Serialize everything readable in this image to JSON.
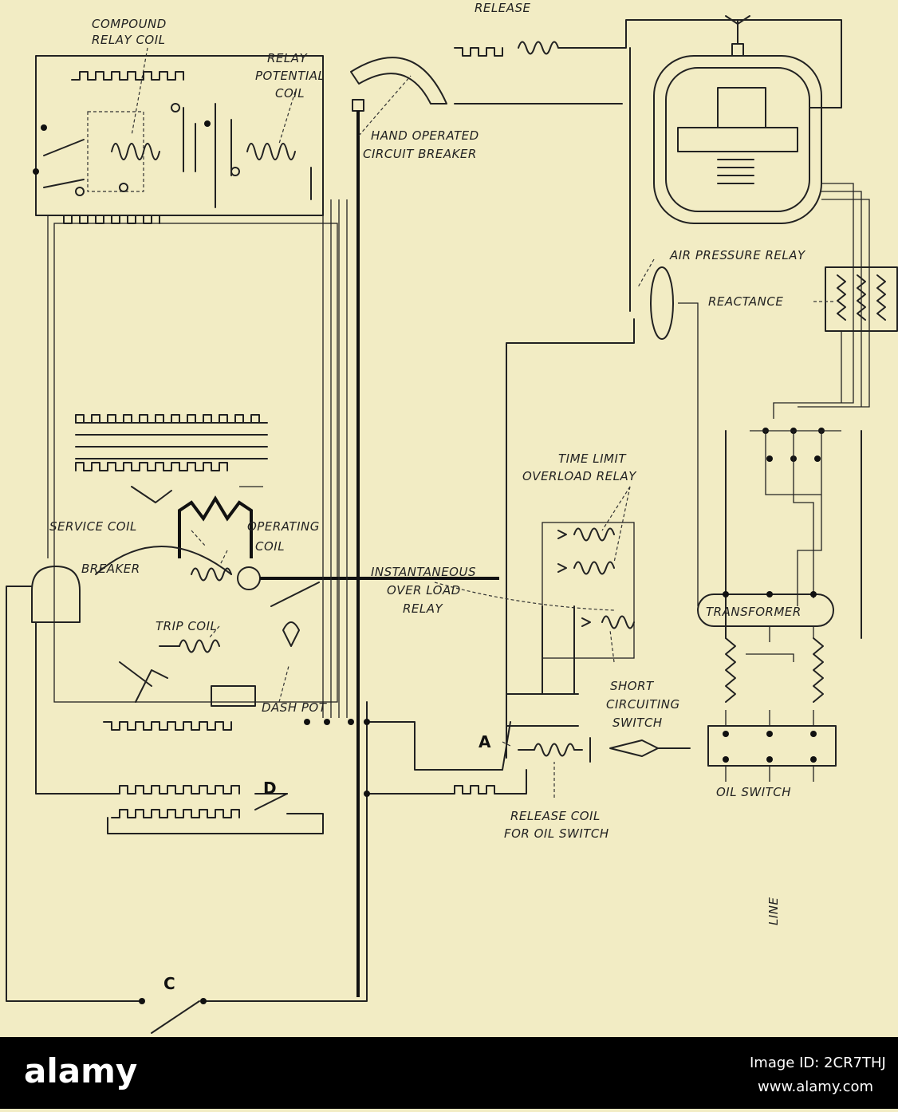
{
  "diagram": {
    "labels": {
      "release": "RELEASE",
      "compound_1": "COMPOUND",
      "compound_2": "RELAY COIL",
      "relay_1": "RELAY",
      "relay_2": "POTENTIAL",
      "relay_3": "COIL",
      "hand_1": "HAND OPERATED",
      "hand_2": "CIRCUIT BREAKER",
      "air": "AIR PRESSURE RELAY",
      "reactance": "REACTANCE",
      "time_1": "TIME LIMIT",
      "time_2": "OVERLOAD RELAY",
      "service": "SERVICE COIL",
      "operating_1": "OPERATING",
      "operating_2": "COIL",
      "breaker": "BREAKER",
      "inst_1": "INSTANTANEOUS",
      "inst_2": "OVER LOAD",
      "inst_3": "RELAY",
      "transformer": "TRANSFORMER",
      "trip": "TRIP COIL",
      "short_1": "SHORT",
      "short_2": "CIRCUITING",
      "short_3": "SWITCH",
      "dash": "DASH POT",
      "a": "A",
      "d": "D",
      "release_coil_1": "RELEASE COIL",
      "release_coil_2": "FOR OIL SWITCH",
      "oil": "OIL SWITCH",
      "line": "LINE",
      "c": "C"
    }
  },
  "footer": {
    "logo": "alamy",
    "image_id": "Image ID: 2CR7THJ",
    "url": "www.alamy.com"
  }
}
